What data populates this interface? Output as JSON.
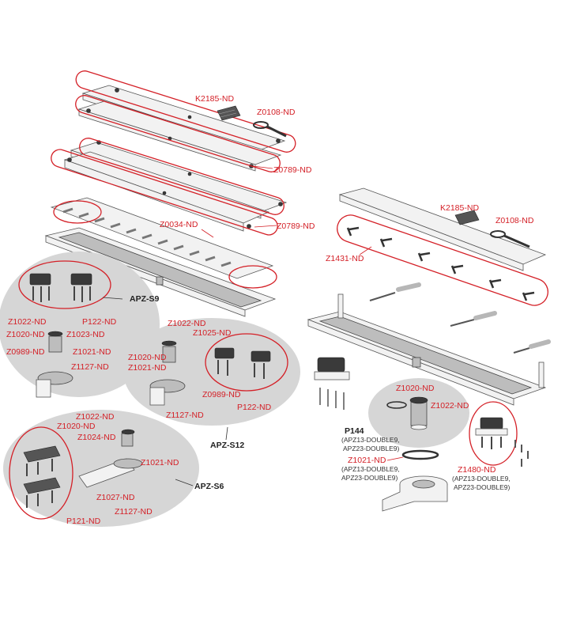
{
  "parts": {
    "k2185_top": "K2185-ND",
    "z0108_top": "Z0108-ND",
    "z0789_a": "Z0789-ND",
    "z0789_b": "Z0789-ND",
    "z0034": "Z0034-ND",
    "k2185_right": "K2185-ND",
    "z0108_right": "Z0108-ND",
    "z1431": "Z1431-ND"
  },
  "kit_s9": {
    "name": "APZ-S9",
    "labels": [
      "Z1022-ND",
      "Z1020-ND",
      "Z1023-ND",
      "Z0989-ND",
      "Z1021-ND",
      "Z1127-ND",
      "P122-ND"
    ]
  },
  "kit_s12": {
    "name": "APZ-S12",
    "labels": [
      "Z1022-ND",
      "Z1025-ND",
      "Z1020-ND",
      "Z1021-ND",
      "Z0989-ND",
      "Z1127-ND",
      "P122-ND"
    ]
  },
  "kit_s6": {
    "name": "APZ-S6",
    "labels": [
      "Z1022-ND",
      "Z1020-ND",
      "Z1024-ND",
      "Z1021-ND",
      "Z1027-ND",
      "Z1127-ND",
      "P121-ND"
    ]
  },
  "kit_p144": {
    "name": "P144",
    "models": [
      "(APZ13-DOUBLE9,",
      "APZ23-DOUBLE9)"
    ],
    "labels": [
      "Z1020-ND",
      "Z1022-ND"
    ]
  },
  "z1021_right": {
    "label": "Z1021-ND",
    "models": [
      "(APZ13-DOUBLE9,",
      "APZ23-DOUBLE9)"
    ]
  },
  "z1480": {
    "label": "Z1480-ND",
    "models": [
      "(APZ13-DOUBLE9,",
      "APZ23-DOUBLE9)"
    ]
  },
  "colors": {
    "accent_red": "#d42027",
    "bubble_gray": "#d6d6d6",
    "text_dark": "#222222"
  }
}
